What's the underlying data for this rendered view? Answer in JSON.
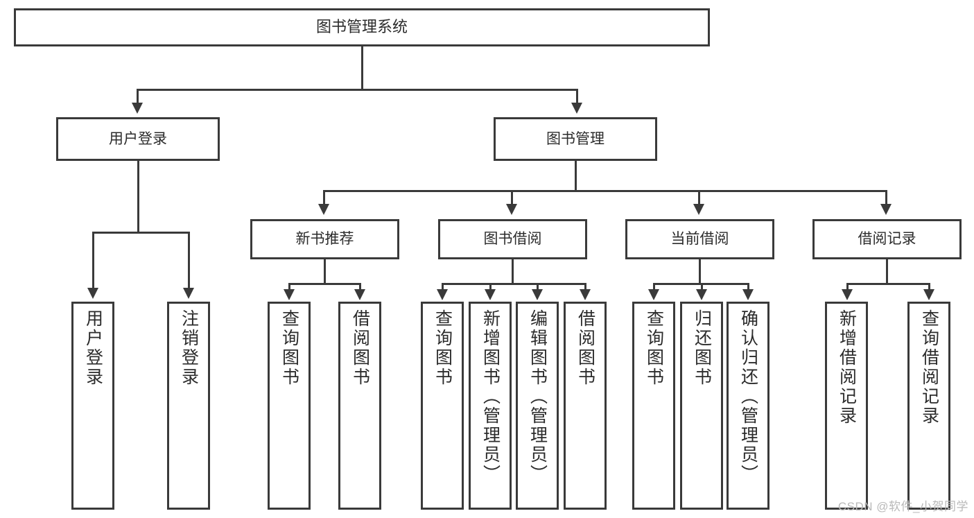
{
  "diagram": {
    "type": "tree-hierarchy-diagram",
    "title": "图书管理系统",
    "colors": {
      "stroke": "#3a3a3a",
      "fill": "#ffffff",
      "text": "#2b2b2b",
      "watermark": "#b9b9b9"
    },
    "levels": {
      "root": {
        "label": "图书管理系统"
      },
      "level2": [
        {
          "id": "user-login",
          "label": "用户登录"
        },
        {
          "id": "book-management",
          "label": "图书管理"
        }
      ],
      "level3": [
        {
          "id": "new-book-recommend",
          "label": "新书推荐"
        },
        {
          "id": "book-borrow",
          "label": "图书借阅"
        },
        {
          "id": "current-borrow",
          "label": "当前借阅"
        },
        {
          "id": "borrow-record",
          "label": "借阅记录"
        }
      ],
      "leaves": {
        "user-login": [
          {
            "id": "leaf-user-login",
            "label": "用户登录"
          },
          {
            "id": "leaf-logout-login",
            "label": "注销登录"
          }
        ],
        "new-book-recommend": [
          {
            "id": "leaf-query-book-1",
            "label": "查询图书"
          },
          {
            "id": "leaf-borrow-book-1",
            "label": "借阅图书"
          }
        ],
        "book-borrow": [
          {
            "id": "leaf-query-book-2",
            "label": "查询图书"
          },
          {
            "id": "leaf-add-book",
            "label": "新增图书（管理员）"
          },
          {
            "id": "leaf-edit-book",
            "label": "编辑图书（管理员）"
          },
          {
            "id": "leaf-borrow-book-2",
            "label": "借阅图书"
          }
        ],
        "current-borrow": [
          {
            "id": "leaf-query-book-3",
            "label": "查询图书"
          },
          {
            "id": "leaf-return-book",
            "label": "归还图书"
          },
          {
            "id": "leaf-confirm-return",
            "label": "确认归还（管理员）"
          }
        ],
        "borrow-record": [
          {
            "id": "leaf-add-record",
            "label": "新增借阅记录"
          },
          {
            "id": "leaf-query-record",
            "label": "查询借阅记录"
          }
        ]
      }
    }
  },
  "watermark": {
    "text": "CSDN @软件_小贺同学"
  }
}
